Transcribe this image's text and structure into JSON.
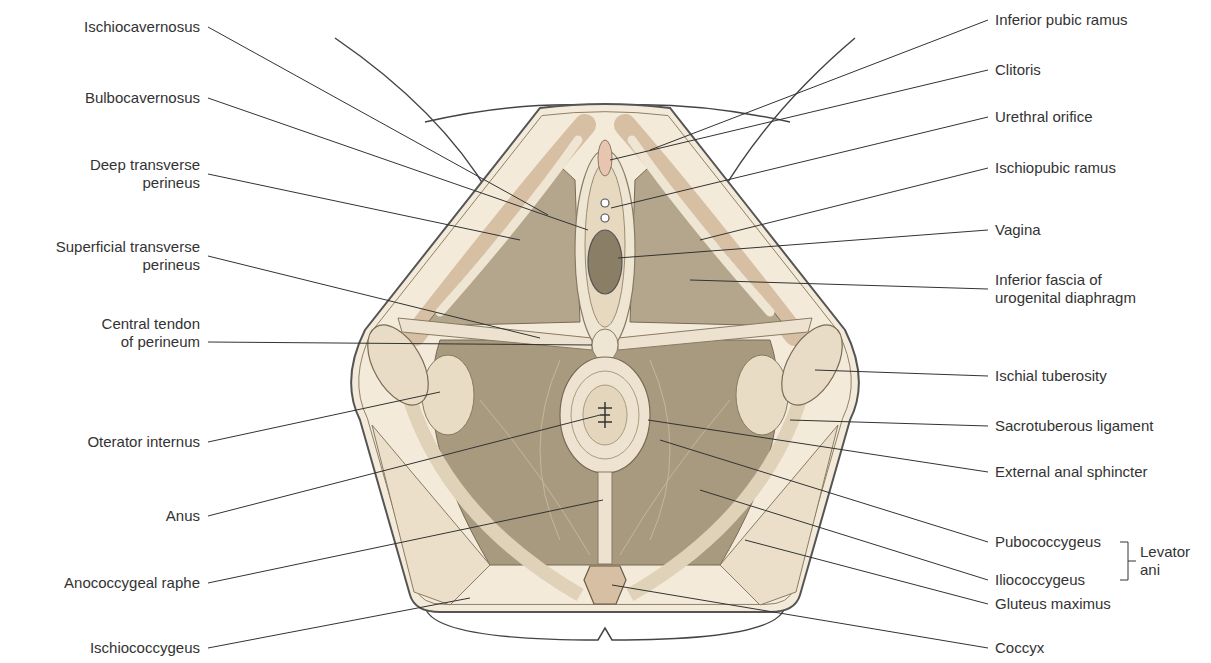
{
  "diagram": {
    "labels": [
      "Ischiocavernosus",
      "Bulbocavernosus",
      "Deep transverse perineus",
      "Superficial transverse perineus",
      "Central tendon of perineum",
      "Oterator internus",
      "Anus",
      "Anococcygeal raphe",
      "Ischiococcygeus",
      "Inferior pubic ramus",
      "Clitoris",
      "Urethral orifice",
      "Ischiopubic ramus",
      "Vagina",
      "Inferior fascia of urogenital diaphragm",
      "Ischial tuberosity",
      "Sacrotuberous ligament",
      "External anal sphincter",
      "Pubococcygeus",
      "Iliococcygeus",
      "Levator ani",
      "Gluteus maximus",
      "Coccyx"
    ]
  }
}
